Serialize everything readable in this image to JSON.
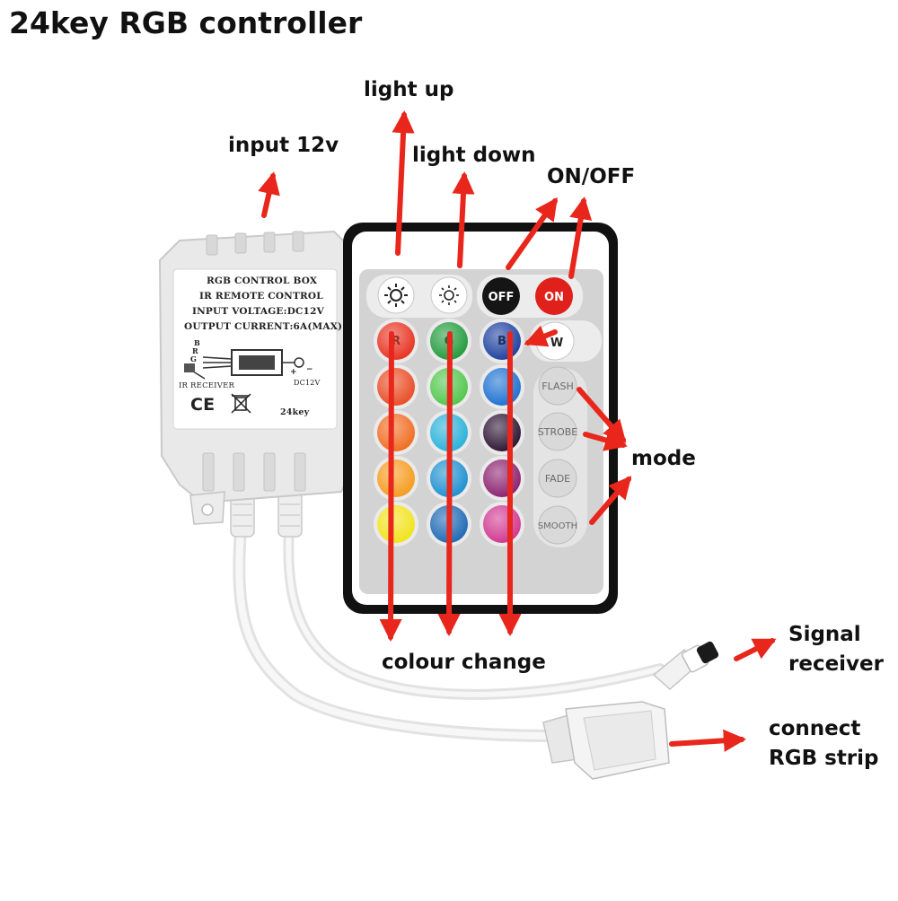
{
  "title": "24key RGB controller",
  "box_label": {
    "line1": "RGB CONTROL BOX",
    "line2": "IR REMOTE CONTROL",
    "line3": "INPUT VOLTAGE:DC12V",
    "line4": "OUTPUT CURRENT:6A(MAX)",
    "ir_receiver": "IR RECEIVER",
    "dc12v": "DC12V",
    "brg_b": "B",
    "brg_r": "R",
    "brg_g": "G",
    "plus": "+",
    "minus": "−",
    "ce_mark": "CE",
    "model": "24key"
  },
  "remote": {
    "off_label": "OFF",
    "on_label": "ON",
    "r_label": "R",
    "g_label": "G",
    "b_label": "B",
    "w_label": "W",
    "flash_label": "FLASH",
    "strobe_label": "STROBE",
    "fade_label": "FADE",
    "smooth_label": "SMOOTH",
    "color_keys": [
      [
        "#e8301e",
        "#1f9a3a",
        "#1b3f9e"
      ],
      [
        "#e84a22",
        "#4fc64a",
        "#1a6fd0"
      ],
      [
        "#f06a1e",
        "#27b0d9",
        "#2a1230"
      ],
      [
        "#f59a1c",
        "#1c8fcf",
        "#8a1f6e"
      ],
      [
        "#f2e21a",
        "#1c67b3",
        "#d0358f"
      ]
    ]
  },
  "callouts": {
    "input": "input 12v",
    "light_up": "light up",
    "light_down": "light down",
    "on_off": "ON/OFF",
    "mode": "mode",
    "colour_change": "colour change",
    "signal_line1": "Signal",
    "signal_line2": "receiver",
    "connect_line1": "connect",
    "connect_line2": "RGB strip"
  },
  "colors": {
    "arrow": "#e8261b",
    "box_body": "#ececec",
    "remote_body": "#d2d2d2",
    "remote_border": "#1a1a1a"
  }
}
